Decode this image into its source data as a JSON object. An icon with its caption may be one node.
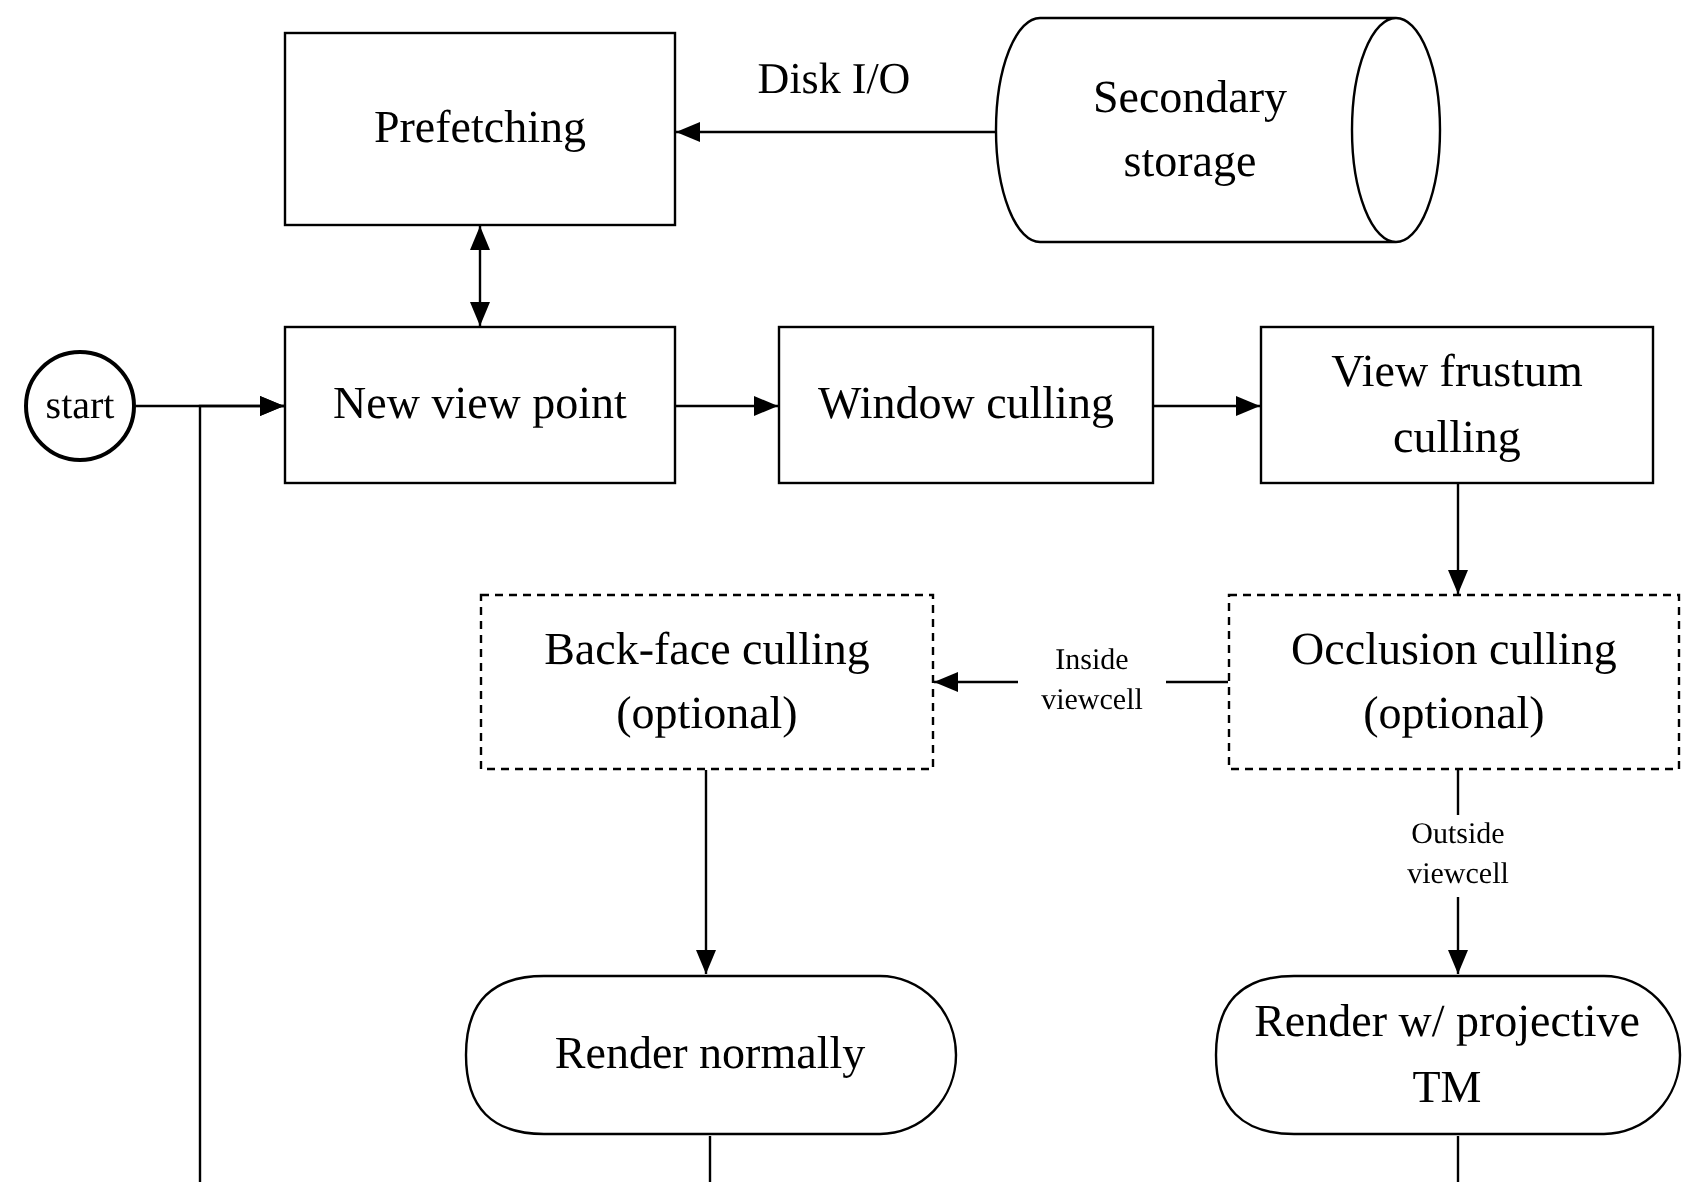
{
  "diagram": {
    "nodes": [
      {
        "text": [
          "Prefetching"
        ]
      },
      {
        "text": [
          "Secondary storage"
        ]
      },
      {
        "text": [
          "start"
        ]
      },
      {
        "text": [
          "New view point"
        ]
      },
      {
        "text": [
          "Window culling"
        ]
      },
      {
        "text": [
          "View frustum culling"
        ]
      },
      {
        "text": [
          "Back-face culling (optional)"
        ]
      },
      {
        "text": [
          "Occlusion culling (optional)"
        ]
      },
      {
        "text": [
          "Render normally"
        ]
      },
      {
        "text": [
          "Render w/ projective TM"
        ]
      }
    ],
    "edges": [
      {
        "from": 1,
        "to": 0,
        "arrow": "to",
        "label": "Disk I/O"
      },
      {
        "from": 0,
        "to": 3,
        "arrow": "both"
      },
      {
        "from": 2,
        "to": 3,
        "arrow": "to"
      },
      {
        "from": null,
        "to": 3,
        "arrow": "to"
      },
      {
        "from": 3,
        "to": 4,
        "arrow": "to"
      },
      {
        "from": 4,
        "to": 5,
        "arrow": "to"
      },
      {
        "from": 5,
        "to": 7,
        "arrow": "to"
      },
      {
        "from": 7,
        "to": 6,
        "arrow": "to",
        "label": "Inside viewcell"
      },
      {
        "from": 6,
        "to": 8,
        "arrow": "to"
      },
      {
        "from": 7,
        "to": 9,
        "arrow": "to",
        "label": "Outside viewcell"
      },
      {
        "from": 8,
        "to": null,
        "arrow": "none"
      },
      {
        "from": 9,
        "to": null,
        "arrow": "none"
      }
    ]
  }
}
